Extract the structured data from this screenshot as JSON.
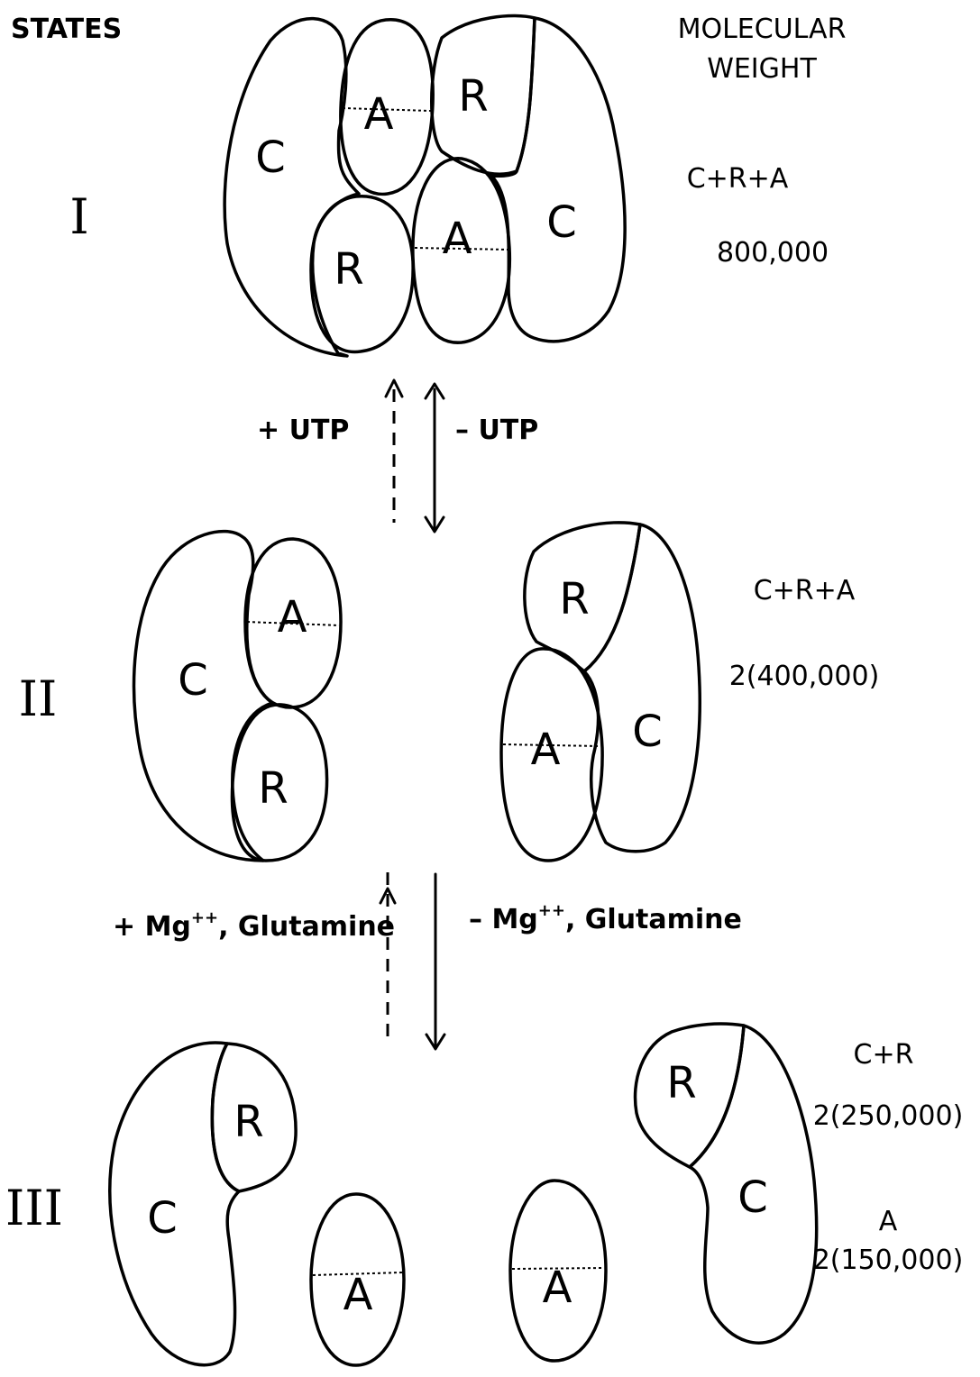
{
  "header": {
    "left": "STATES",
    "right_line1": "MOLECULAR",
    "right_line2": "WEIGHT"
  },
  "subunits": {
    "catalytic": "C",
    "regulatory": "R",
    "assembly": "A"
  },
  "states": [
    {
      "numeral": "I",
      "composition": "C+R+A",
      "weight": "800,000"
    },
    {
      "numeral": "II",
      "composition": "C+R+A",
      "weight": "2(400,000)"
    },
    {
      "numeral": "III",
      "components": [
        {
          "composition": "C+R",
          "weight": "2(250,000)"
        },
        {
          "composition": "A",
          "weight": "2(150,000)"
        }
      ]
    }
  ],
  "transitions": [
    {
      "forward": "+ UTP",
      "reverse": "– UTP"
    },
    {
      "forward_prefix": "+ Mg",
      "forward_sup": "++",
      "forward_rest": ", Glutamine",
      "reverse_prefix": "– Mg",
      "reverse_sup": "++",
      "reverse_rest": ", Glutamine"
    }
  ]
}
